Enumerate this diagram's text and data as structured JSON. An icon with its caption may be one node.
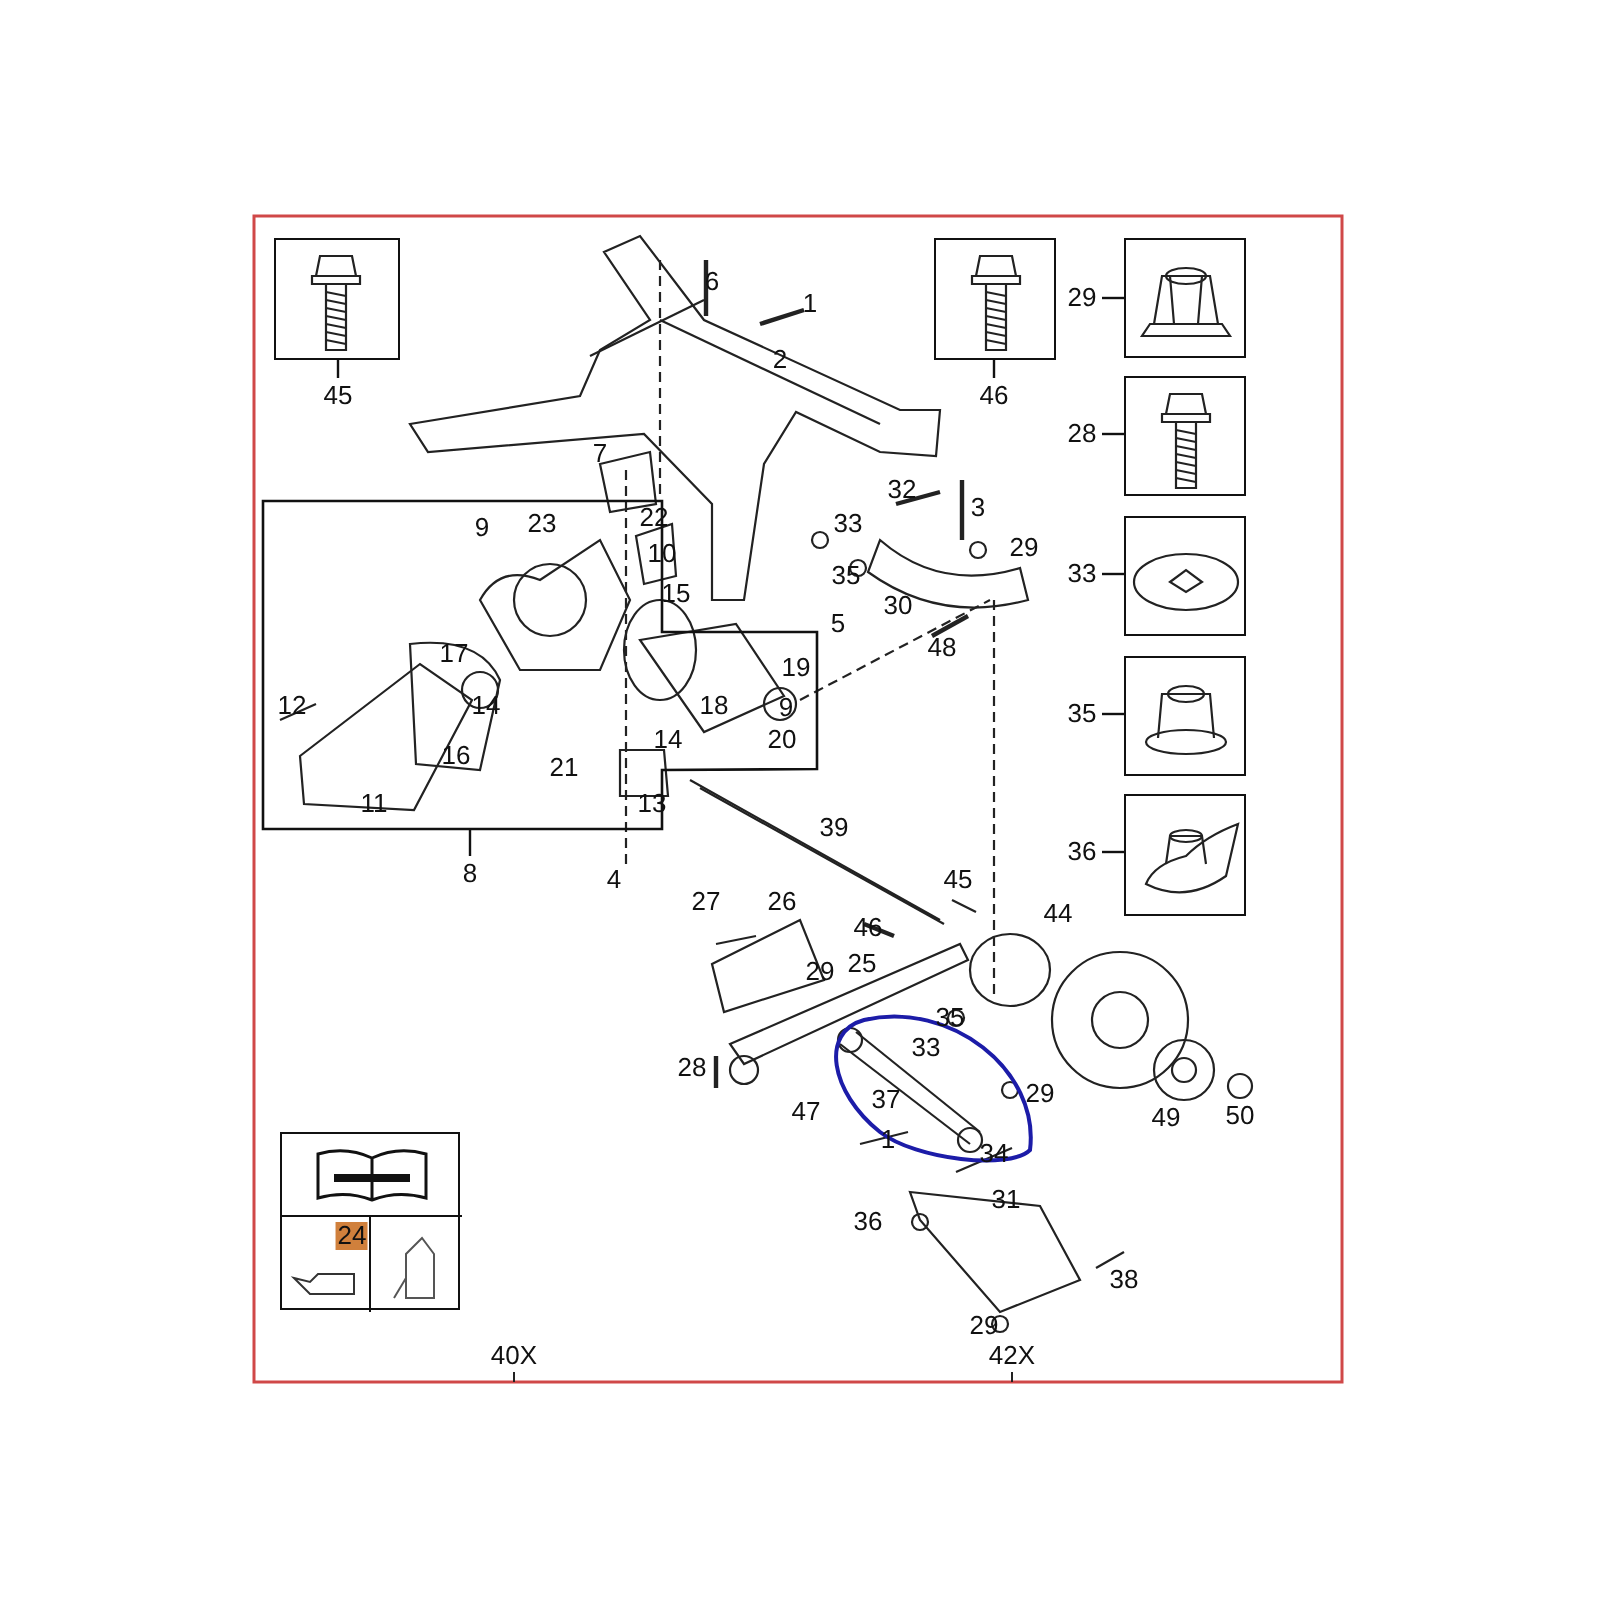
{
  "diagram": {
    "nodes": [
      {
        "text": [],
        "shape": "picture"
      },
      {
        "text": [
          "45"
        ]
      },
      {
        "text": [],
        "shape": "picture"
      },
      {
        "text": [
          "46"
        ]
      },
      {
        "text": [],
        "shape": "picture"
      },
      {
        "text": [
          "29"
        ]
      },
      {
        "text": [],
        "shape": "picture"
      },
      {
        "text": [
          "28"
        ]
      },
      {
        "text": [],
        "shape": "picture"
      },
      {
        "text": [
          "33"
        ]
      },
      {
        "text": [],
        "shape": "picture"
      },
      {
        "text": [
          "35"
        ]
      },
      {
        "text": [],
        "shape": "picture"
      },
      {
        "text": [
          "36"
        ]
      },
      {
        "text": [],
        "shape": "box"
      },
      {
        "text": [
          "8"
        ]
      }
    ],
    "edges": [
      {
        "from": 1,
        "to": 0,
        "arrow": "none"
      },
      {
        "from": 3,
        "to": 2,
        "arrow": "none"
      },
      {
        "from": 5,
        "to": 4,
        "arrow": "none"
      },
      {
        "from": 7,
        "to": 6,
        "arrow": "none"
      },
      {
        "from": 9,
        "to": 8,
        "arrow": "none"
      },
      {
        "from": 11,
        "to": 10,
        "arrow": "none"
      },
      {
        "from": 13,
        "to": 12,
        "arrow": "none"
      },
      {
        "from": 15,
        "to": 14,
        "arrow": "none"
      }
    ],
    "labels": [
      "6",
      "1",
      "2",
      "7",
      "9",
      "23",
      "22",
      "10",
      "15",
      "32",
      "3",
      "33",
      "29",
      "35",
      "30",
      "5",
      "17",
      "48",
      "14",
      "19",
      "12",
      "18",
      "9",
      "16",
      "14",
      "20",
      "21",
      "11",
      "13",
      "4",
      "39",
      "27",
      "26",
      "45",
      "46",
      "44",
      "29",
      "25",
      "35",
      "33",
      "28",
      "47",
      "37",
      "29",
      "49",
      "50",
      "1",
      "34",
      "36",
      "31",
      "38",
      "29",
      "24",
      "40X",
      "42X"
    ]
  }
}
